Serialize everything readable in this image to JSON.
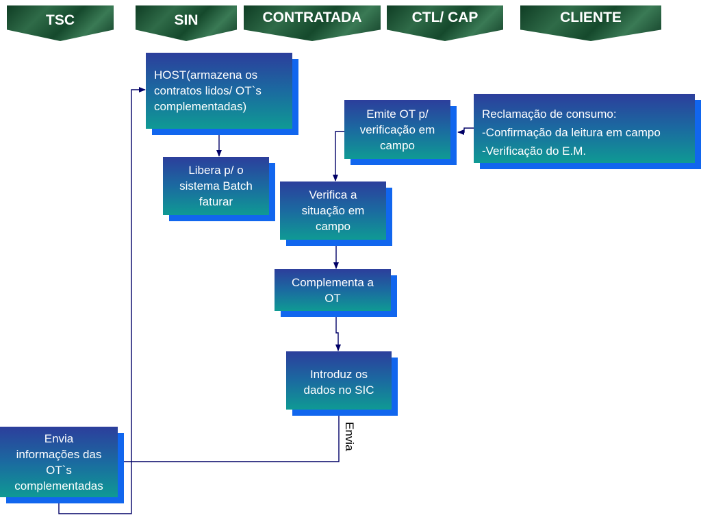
{
  "lanes": [
    "TSC",
    "SIN",
    "CONTRATADA",
    "CTL/ CAP",
    "CLIENTE"
  ],
  "boxes": {
    "host": "HOST(armazena os\ncontratos lidos/ OT`s\ncomplementadas)",
    "libera": "Libera p/ o\nsistema Batch\nfaturar",
    "emite": "Emite OT p/\nverificação em\ncampo",
    "reclamacao": "Reclamação de consumo:\n-Confirmação da leitura em campo\n-Verificação do E.M.",
    "verifica": "Verifica a\nsituação em\ncampo",
    "complementa": "Complementa a\nOT",
    "introduz": "Introduz os\ndados no SIC",
    "envia_info": "Envia\ninformações das\nOT`s\ncomplementadas"
  },
  "edge_label": "Envia",
  "colors": {
    "lane_green": "#1f5a38",
    "box_top": "#2c3e9c",
    "box_bottom": "#0f9a94",
    "box_shadow": "#1166ee",
    "arrow": "#000066"
  }
}
